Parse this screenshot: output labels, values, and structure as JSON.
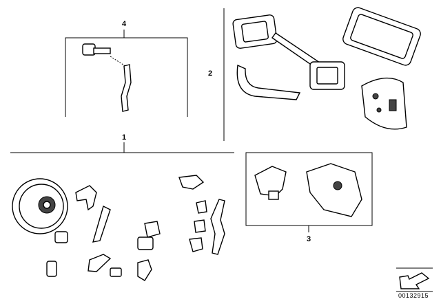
{
  "callouts": {
    "one": "1",
    "two": "2",
    "three": "3",
    "four": "4"
  },
  "diagram_id": "00132915"
}
